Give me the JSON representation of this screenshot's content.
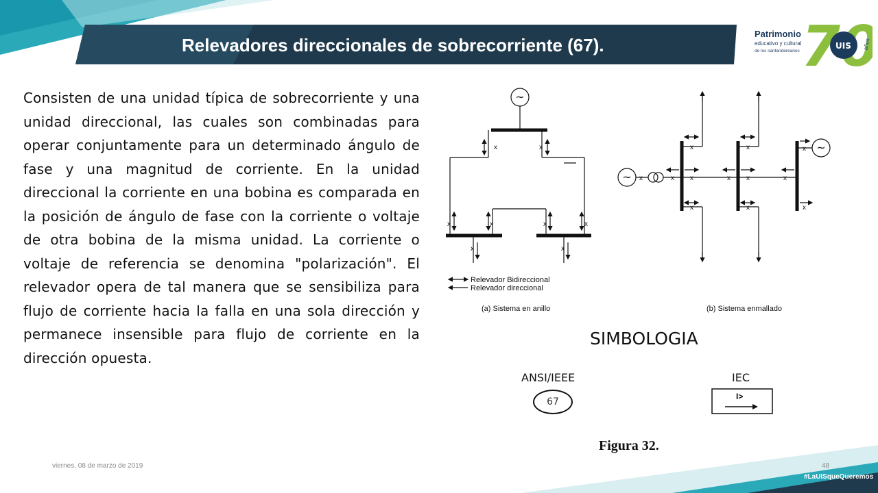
{
  "slide": {
    "title": "Relevadores direccionales de sobrecorriente (67).",
    "body": "Consisten de una unidad típica de sobrecorriente y una unidad direccional, las cuales son combinadas para operar conjuntamente para un determinado ángulo de fase y una magnitud de corriente. En la unidad direccional la corriente en una bobina es comparada en la posición de ángulo de fase con la corriente o voltaje de otra bobina de la misma unidad. La corriente o voltaje de referencia se denomina \"polarización\". El relevador opera de tal manera que se sensibiliza para flujo de corriente hacia la falla en una sola dirección y permanece insensible para flujo de corriente en la dirección opuesta."
  },
  "figure": {
    "legend_bidirectional": "Relevador Bidireccional",
    "legend_directional": "Relevador direccional",
    "caption_ring": "(a) Sistema en anillo",
    "caption_mesh": "(b) Sistema enmallado",
    "generator_symbol": "~"
  },
  "symbology": {
    "heading": "SIMBOLOGIA",
    "ansi_label": "ANSI/IEEE",
    "ansi_code": "67",
    "iec_label": "IEC",
    "iec_code": "I>"
  },
  "caption": "Figura 32.",
  "footer": {
    "date": "viernes, 08 de marzo de 2019",
    "page": "48",
    "hashtag": "#LaUISqueQueremos"
  },
  "logo": {
    "name": "Patrimonio",
    "line2": "educativo y cultural",
    "line3": "de los santandereanos",
    "number": "70",
    "word": "años",
    "monogram": "UIS"
  },
  "colors": {
    "title_bar": "#1f3a4d",
    "teal": "#29a8b7",
    "logo_green": "#8dbf3f",
    "logo_navy": "#1b3a5c"
  }
}
